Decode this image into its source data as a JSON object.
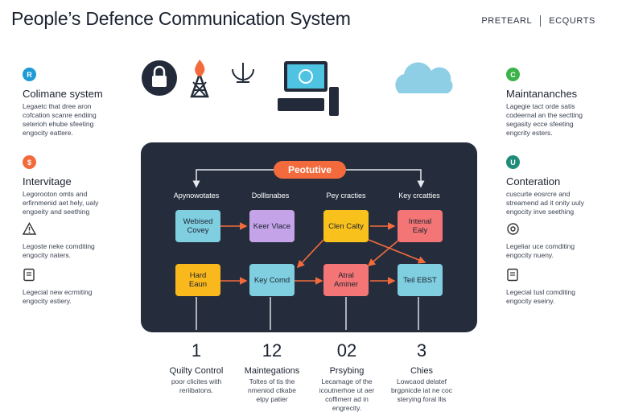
{
  "header": {
    "title": "People’s Defence Communication System",
    "nav": [
      "PRETEARL",
      "ECQURTS"
    ]
  },
  "left_sections": [
    {
      "icon": "R",
      "icon_color": "#1e9bd7",
      "heading": "Colimane system",
      "text": "Legaetc that dree aron\ncofcation scanre endiing\nseterioh ehube sfeeting\nengocity eattere."
    },
    {
      "icon": "$",
      "icon_color": "#f26a3c",
      "heading": "Intervitage",
      "text": "Legorooton omts and\nerfirnmenid aet hely, ualy\nengoeity and seething"
    },
    {
      "icon": "warning-icon",
      "heading": "",
      "text": "Legoste neke comditing\nengocity naters."
    },
    {
      "icon": "document-icon",
      "heading": "",
      "text": "Legecial new ecrmiting\nengocity estiery."
    }
  ],
  "right_sections": [
    {
      "icon": "C",
      "icon_color": "#3bb24a",
      "heading": "Maintananches",
      "text": "Lagegie tact orde satis\ncodeernal an the sectting\nsegasity ecce sfeeting\nengcrity esters."
    },
    {
      "icon": "U",
      "icon_color": "#1e8c78",
      "heading": "Conteration",
      "text": "cuscurte eosrcre and\nstreamend ad it onity uuly\nengocity inve seething"
    },
    {
      "icon": "link-icon",
      "heading": "",
      "text": "Legeliar uce comditing\nengocity nueny."
    },
    {
      "icon": "document-icon",
      "heading": "",
      "text": "Legecial tusl comditing\nengocity eseiny."
    }
  ],
  "diagram": {
    "pill": "Peotutive",
    "columns": [
      "Apynowotates",
      "Dolllsnabes",
      "Pey cracties",
      "Key crcatties"
    ],
    "boxes": [
      {
        "label": "Webised\nCovey",
        "color": "#7fcfe0"
      },
      {
        "label": "Keer Vlace",
        "color": "#c4a3e8"
      },
      {
        "label": "Clen Calty",
        "color": "#f9c11b"
      },
      {
        "label": "Intenal\nEaly",
        "color": "#f37575"
      },
      {
        "label": "Hard\nEaun",
        "color": "#f9b81b"
      },
      {
        "label": "Key Comd",
        "color": "#7fcfe0"
      },
      {
        "label": "Atral\nAminer",
        "color": "#f37575"
      },
      {
        "label": "Teil EBST",
        "color": "#7fcfe0"
      }
    ]
  },
  "bottom": [
    {
      "num": "1",
      "title": "Quilty Control",
      "text": "poor clicites with\nreriibatons."
    },
    {
      "num": "12",
      "title": "Maintegations",
      "text": "Toltes of tis the\nnmeniod ctkabe\nelpy patier"
    },
    {
      "num": "02",
      "title": "Prsybing",
      "text": "Lecamage of the\nicoutnerhoe ut aer\ncoffimerr ad in\nengrecity."
    },
    {
      "num": "3",
      "title": "Chies",
      "text": "Lowcaod delatef\nbrgpnicde iat ne coc\nsterying foral llis"
    }
  ],
  "colors": {
    "panel": "#252d3c",
    "accent": "#f36b3d",
    "arrow": "#f36b3d",
    "connector": "#e6e9ee"
  }
}
